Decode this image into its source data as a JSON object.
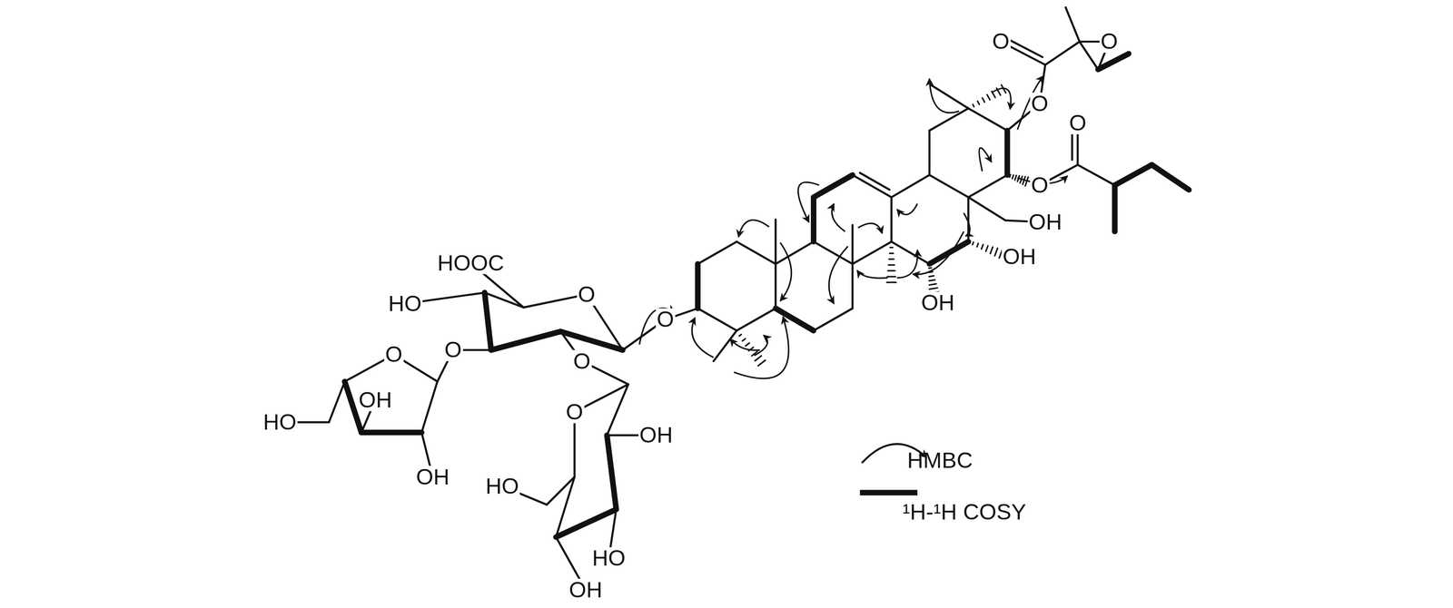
{
  "diagram": {
    "labels": [
      "O",
      "O",
      "O",
      "O",
      "O",
      "OH",
      "OH",
      "OH",
      "HOOC",
      "O",
      "O",
      "HO",
      "O",
      "O",
      "OH",
      "HO",
      "OH",
      "O",
      "O",
      "OH",
      "HO",
      "HO",
      "OH"
    ],
    "legend": [
      {
        "text": "HMBC"
      },
      {
        "text": "¹H-¹H COSY"
      }
    ]
  }
}
